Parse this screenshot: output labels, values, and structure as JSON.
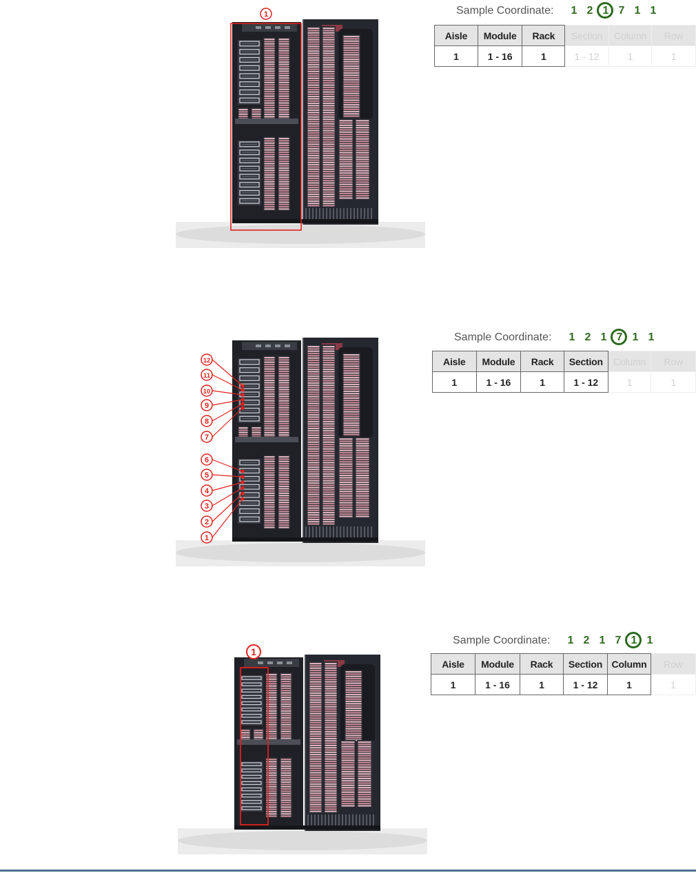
{
  "panels": [
    {
      "coordinate_label": "Sample Coordinate:",
      "digits": [
        "1",
        "2",
        "1",
        "7",
        "1",
        "1"
      ],
      "highlight_index": 2,
      "headers": [
        "Aisle",
        "Module",
        "Rack",
        "Section",
        "Column",
        "Row"
      ],
      "values": [
        "1",
        "1 - 16",
        "1",
        "1 - 12",
        "1",
        "1"
      ],
      "active_columns": 3,
      "callouts": [
        "1"
      ]
    },
    {
      "coordinate_label": "Sample Coordinate:",
      "digits": [
        "1",
        "2",
        "1",
        "7",
        "1",
        "1"
      ],
      "highlight_index": 3,
      "headers": [
        "Aisle",
        "Module",
        "Rack",
        "Section",
        "Column",
        "Row"
      ],
      "values": [
        "1",
        "1 - 16",
        "1",
        "1 - 12",
        "1",
        "1"
      ],
      "active_columns": 4,
      "callouts": [
        "12",
        "11",
        "10",
        "9",
        "8",
        "7",
        "6",
        "5",
        "4",
        "3",
        "2",
        "1"
      ]
    },
    {
      "coordinate_label": "Sample Coordinate:",
      "digits": [
        "1",
        "2",
        "1",
        "7",
        "1",
        "1"
      ],
      "highlight_index": 4,
      "headers": [
        "Aisle",
        "Module",
        "Rack",
        "Section",
        "Column",
        "Row"
      ],
      "values": [
        "1",
        "1 - 16",
        "1",
        "1 - 12",
        "1",
        "1"
      ],
      "active_columns": 5,
      "callouts": [
        "1"
      ]
    }
  ],
  "colors": {
    "highlight_red": "#e0211d",
    "digit_green": "#2f6b1e",
    "rack_dark": "#23252c",
    "tape_pink": "#c9909c",
    "rule_blue": "#4f6f8f"
  }
}
